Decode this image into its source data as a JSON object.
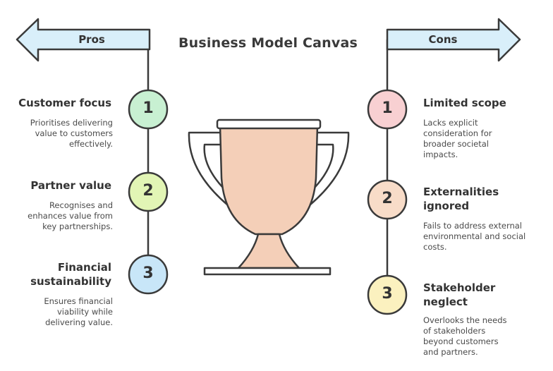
{
  "title": "Business Model Canvas",
  "pros": {
    "label": "Pros",
    "items": [
      {
        "number": "1",
        "heading": "Customer focus",
        "text": "Prioritises delivering value to customers effectively.",
        "color": "#c8f0d2"
      },
      {
        "number": "2",
        "heading": "Partner value",
        "text": "Recognises and enhances value from key partnerships.",
        "color": "#e2f5b5"
      },
      {
        "number": "3",
        "heading": "Financial sustainability",
        "text": "Ensures financial viability while delivering value.",
        "color": "#c8e6f8"
      }
    ]
  },
  "cons": {
    "label": "Cons",
    "items": [
      {
        "number": "1",
        "heading": "Limited scope",
        "text": "Lacks explicit consideration for broader societal impacts.",
        "color": "#f8d0d2"
      },
      {
        "number": "2",
        "heading": "Externalities ignored",
        "text": "Fails to address external environmental and social costs.",
        "color": "#f8dcc8"
      },
      {
        "number": "3",
        "heading": "Stakeholder neglect",
        "text": "Overlooks the needs of stakeholders beyond customers and partners.",
        "color": "#fbf1bf"
      }
    ]
  },
  "colors": {
    "arrow_fill": "#d9effa",
    "trophy_fill": "#f4cfb8",
    "stroke": "#3a3a3a"
  },
  "icons": {
    "center": "trophy-icon"
  }
}
